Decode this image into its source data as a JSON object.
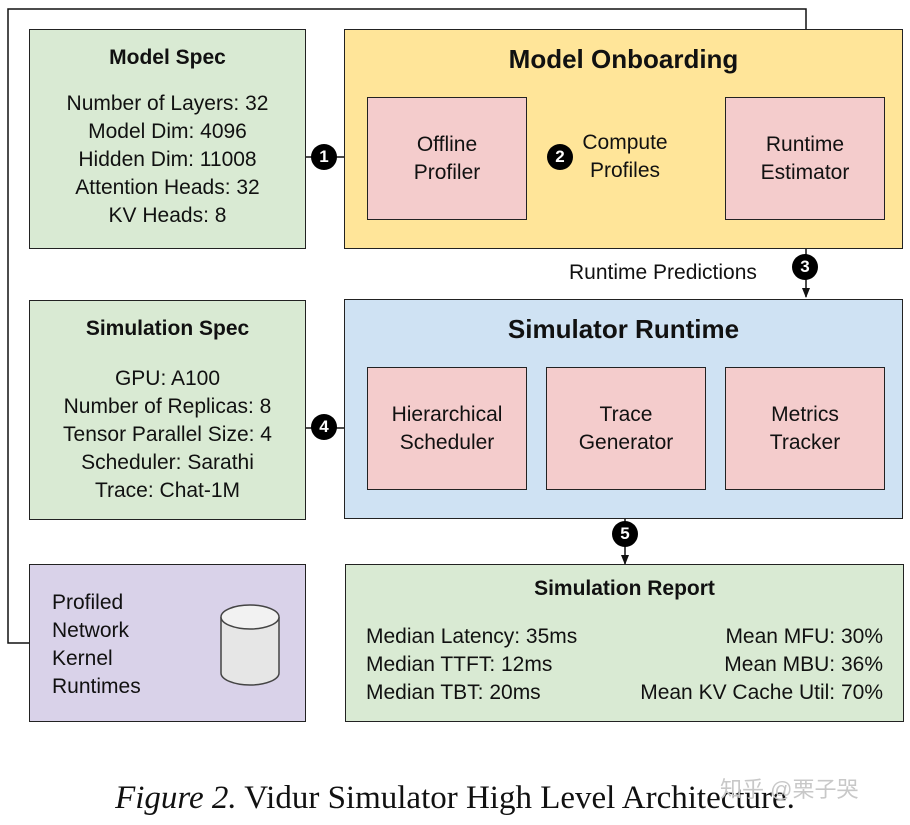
{
  "model_spec": {
    "title": "Model Spec",
    "lines": [
      "Number of Layers: 32",
      "Model Dim: 4096",
      "Hidden Dim: 11008",
      "Attention Heads: 32",
      "KV Heads: 8"
    ]
  },
  "model_onboarding": {
    "title": "Model Onboarding",
    "offline_profiler": [
      "Offline",
      "Profiler"
    ],
    "runtime_estimator": [
      "Runtime",
      "Estimator"
    ]
  },
  "compute_profiles": [
    "Compute",
    "Profiles"
  ],
  "runtime_predictions": "Runtime Predictions",
  "simulation_spec": {
    "title": "Simulation Spec",
    "lines": [
      "GPU: A100",
      "Number of Replicas: 8",
      "Tensor Parallel Size: 4",
      "Scheduler: Sarathi",
      "Trace: Chat-1M"
    ]
  },
  "simulator_runtime": {
    "title": "Simulator Runtime",
    "hierarchical_scheduler": [
      "Hierarchical",
      "Scheduler"
    ],
    "trace_generator": [
      "Trace",
      "Generator"
    ],
    "metrics_tracker": [
      "Metrics",
      "Tracker"
    ]
  },
  "profiled_runtimes": [
    "Profiled",
    "Network",
    "Kernel",
    "Runtimes"
  ],
  "simulation_report": {
    "title": "Simulation Report",
    "rows": [
      {
        "left": "Median Latency: 35ms",
        "right": "Mean MFU: 30%"
      },
      {
        "left": "Median TTFT: 12ms",
        "right": "Mean MBU: 36%"
      },
      {
        "left": "Median TBT: 20ms",
        "right": "Mean KV Cache Util: 70%"
      }
    ]
  },
  "steps": [
    "1",
    "2",
    "3",
    "4",
    "5"
  ],
  "caption": {
    "prefix": "Figure 2.",
    "text": " Vidur Simulator High Level Architecture."
  },
  "watermark": "知乎 @栗子哭",
  "colors": {
    "spec_green": "#d9ead3",
    "onboarding_yellow": "#ffe599",
    "runtime_blue": "#cfe2f3",
    "profiled_purple": "#d9d2e9",
    "component_pink": "#f4cccc"
  }
}
